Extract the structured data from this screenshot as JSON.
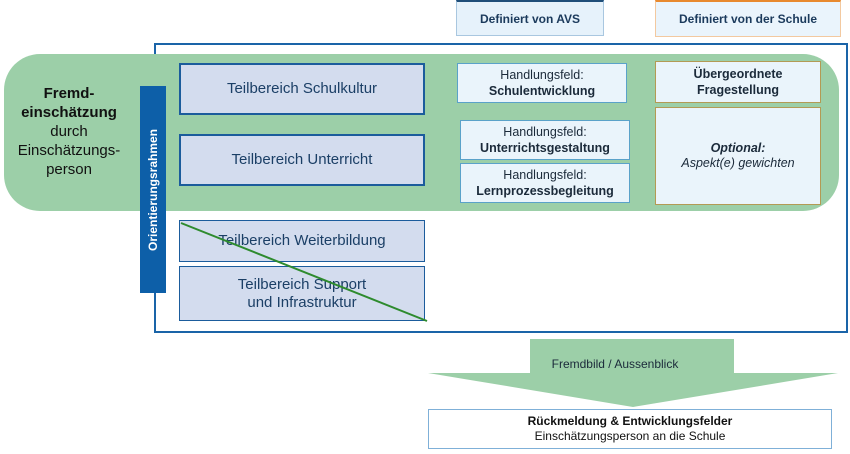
{
  "legend": {
    "avs": "Definiert von AVS",
    "schule": "Definiert von der Schule"
  },
  "fremd": {
    "line1": "Fremd-",
    "line2": "einschätzung",
    "line3": "durch",
    "line4": "Einschätzungs-",
    "line5": "person"
  },
  "orientierung": "Orientierungsrahmen",
  "teilbereiche": [
    {
      "label": "Teilbereich Schulkultur",
      "crossed_out": false
    },
    {
      "label": "Teilbereich Unterricht",
      "crossed_out": false
    },
    {
      "label": "Teilbereich Weiterbildung",
      "crossed_out": true
    },
    {
      "label_line1": "Teilbereich Support",
      "label_line2": "und Infrastruktur",
      "crossed_out": true
    }
  ],
  "handlungsfelder": [
    {
      "prefix": "Handlungsfeld:",
      "name": "Schulentwicklung"
    },
    {
      "prefix": "Handlungsfeld:",
      "name": "Unterrichtsgestaltung"
    },
    {
      "prefix": "Handlungsfeld:",
      "name": "Lernprozessbegleitung"
    }
  ],
  "schule": {
    "ueber_line1": "Übergeordnete",
    "ueber_line2": "Fragestellung",
    "optional_title": "Optional:",
    "optional_text": "Aspekt(e) gewichten"
  },
  "arrow": {
    "label": "Fremdbild / Aussenblick"
  },
  "result": {
    "title": "Rückmeldung & Entwicklungsfelder",
    "subtitle": "Einschätzungsperson an die Schule"
  },
  "colors": {
    "band_green": "#9ccfa8",
    "frame_blue": "#1a64a8",
    "orient_blue": "#0d5fa8",
    "strike_green": "#2e8b2e",
    "schule_orange": "#e8892f"
  }
}
